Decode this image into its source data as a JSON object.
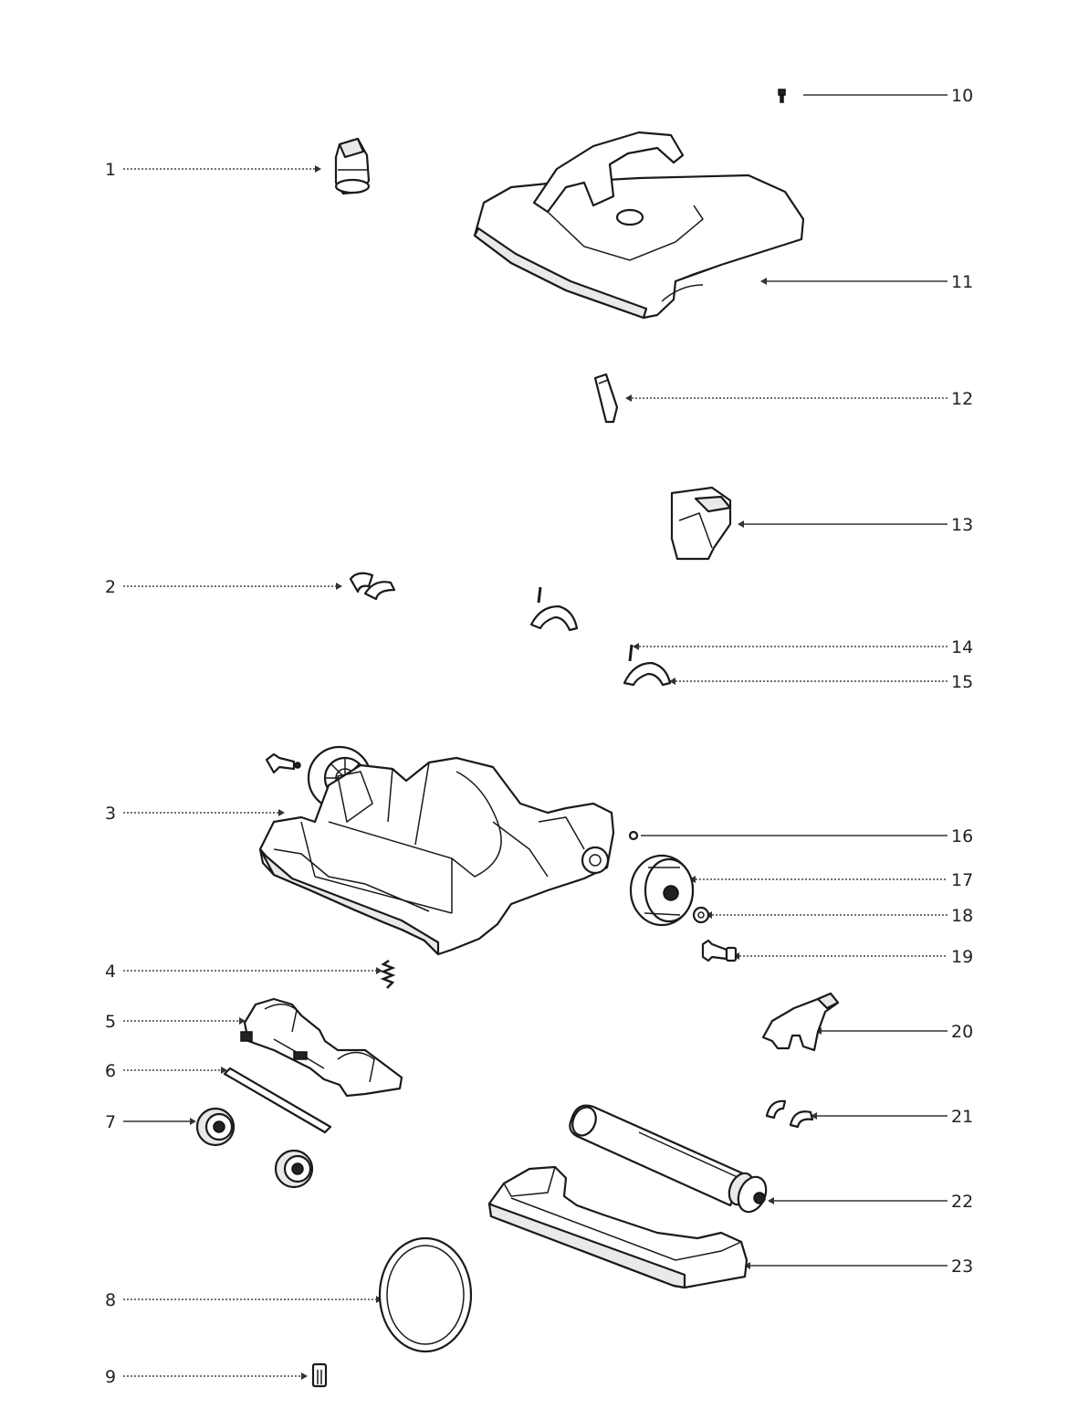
{
  "callouts": [
    {
      "id": "1",
      "label": "1"
    },
    {
      "id": "2",
      "label": "2"
    },
    {
      "id": "3",
      "label": "3"
    },
    {
      "id": "4",
      "label": "4"
    },
    {
      "id": "5",
      "label": "5"
    },
    {
      "id": "6",
      "label": "6"
    },
    {
      "id": "7",
      "label": "7"
    },
    {
      "id": "8",
      "label": "8"
    },
    {
      "id": "9",
      "label": "9"
    },
    {
      "id": "10",
      "label": "10"
    },
    {
      "id": "11",
      "label": "11"
    },
    {
      "id": "12",
      "label": "12"
    },
    {
      "id": "13",
      "label": "13"
    },
    {
      "id": "14",
      "label": "14"
    },
    {
      "id": "15",
      "label": "15"
    },
    {
      "id": "16",
      "label": "16"
    },
    {
      "id": "17",
      "label": "17"
    },
    {
      "id": "18",
      "label": "18"
    },
    {
      "id": "19",
      "label": "19"
    },
    {
      "id": "20",
      "label": "20"
    },
    {
      "id": "21",
      "label": "21"
    },
    {
      "id": "22",
      "label": "22"
    },
    {
      "id": "23",
      "label": "23"
    }
  ]
}
